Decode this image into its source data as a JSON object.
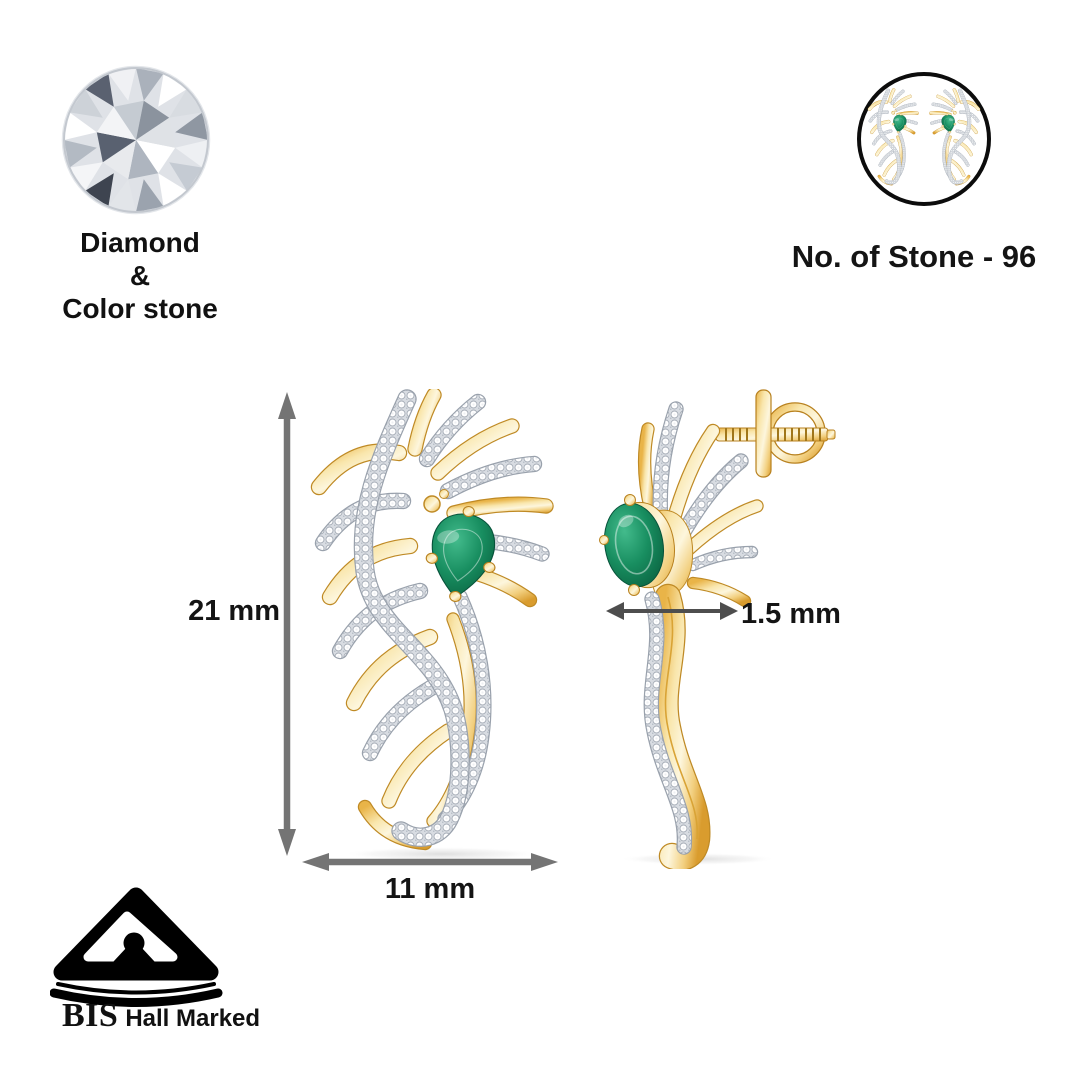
{
  "product": {
    "material_caption": {
      "line1": "Diamond",
      "line2": "&",
      "line3": "Color stone"
    },
    "stone_count_label": "No. of Stone - 96",
    "dimensions": {
      "height": "21 mm",
      "width": "11 mm",
      "thickness": "1.5 mm"
    },
    "hallmark": {
      "abbr": "BIS",
      "label": "Hall Marked"
    }
  },
  "figures": {
    "diamond_gem": "round-brilliant-diamond-illustration",
    "earring_pair_thumbnail": "earring-pair-in-circle",
    "earring_front": "feather-earring-front-view-green-pear-stone",
    "earring_side": "feather-earring-side-view-screw-back",
    "hallmark_logo": "bis-hallmark-logo"
  },
  "colors": {
    "background": "#ffffff",
    "text": "#141414",
    "arrow": "#747474",
    "arrow_thin": "#4e4e4e",
    "gold": "#e9b448",
    "gold_light": "#fdf6dd",
    "gold_deep": "#d99c2e",
    "gold_edge": "#bf8a25",
    "pave_silver": "#d8dce2",
    "green_stone": "#188e60",
    "green_stone_dark": "#084c33",
    "logo_black": "#000000",
    "circle_border": "#0c0c0c"
  }
}
